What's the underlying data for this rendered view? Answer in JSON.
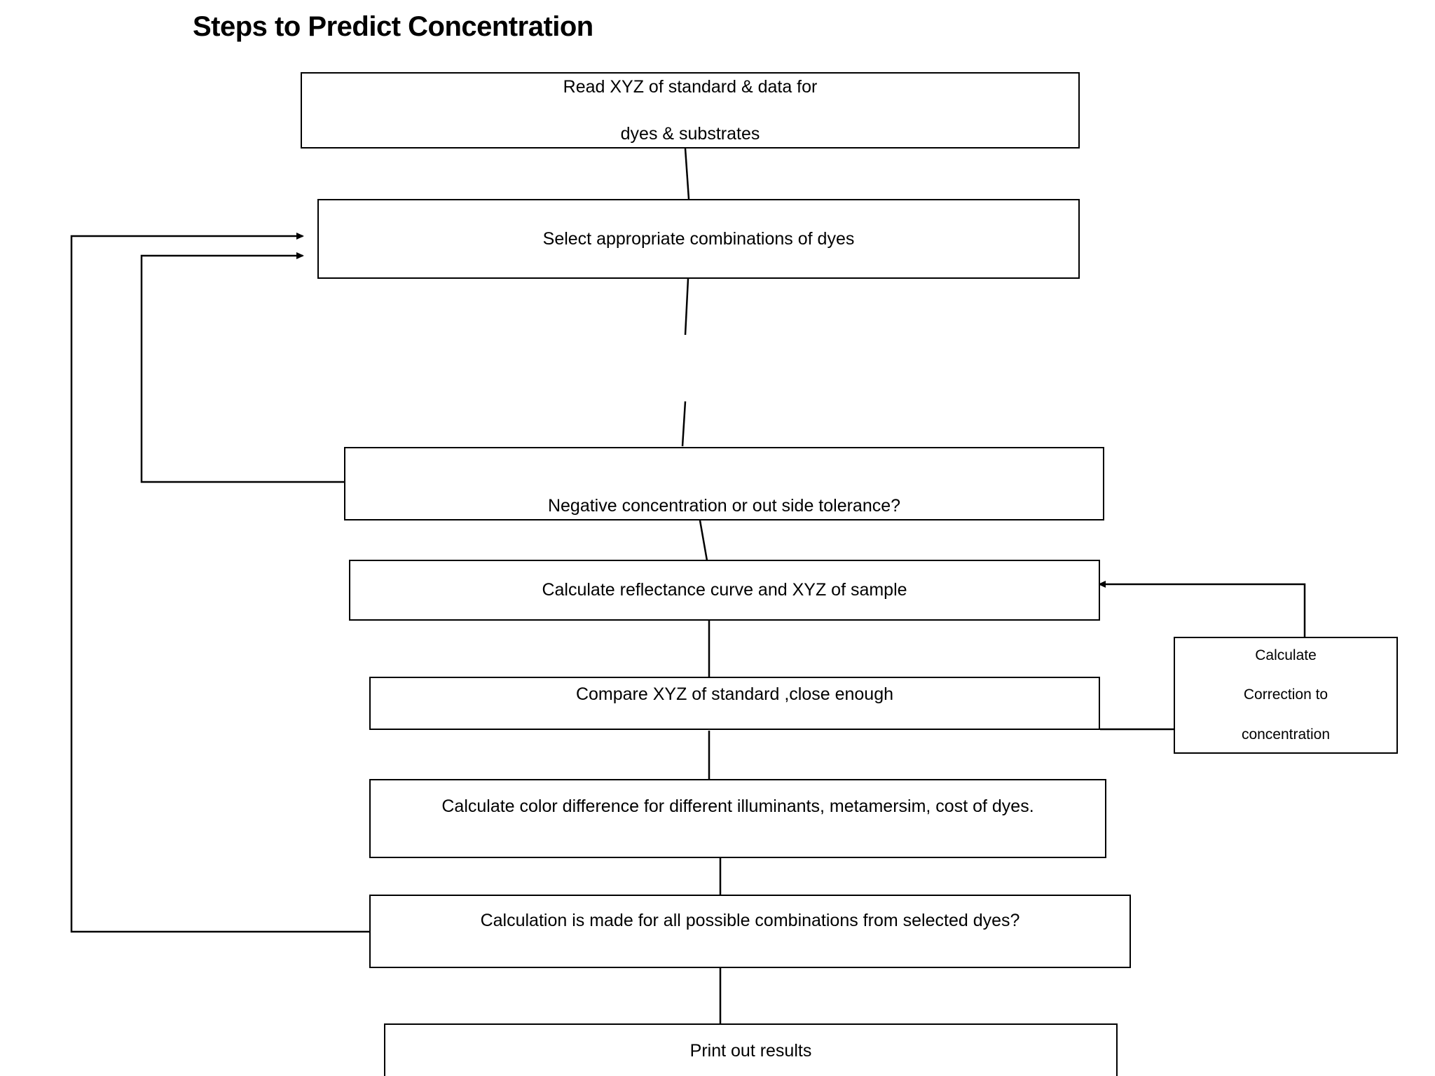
{
  "page": {
    "title": "Steps to Predict Concentration",
    "background_color": "#ffffff",
    "stroke_color": "#000000",
    "text_color": "#000000"
  },
  "diagram": {
    "type": "flowchart",
    "orientation": "top-to-bottom",
    "nodes": [
      {
        "id": "read-xyz",
        "lines": [
          "Read XYZ of standard & data for",
          "dyes & substrates"
        ],
        "shape": "rectangle"
      },
      {
        "id": "select-dyes",
        "lines": [
          "Select appropriate combinations of dyes"
        ],
        "shape": "rectangle"
      },
      {
        "id": "negative-concentration",
        "lines": [
          "Negative concentration or out side tolerance?"
        ],
        "shape": "rectangle"
      },
      {
        "id": "calculate-reflectance",
        "lines": [
          "Calculate reflectance curve and XYZ of sample"
        ],
        "shape": "rectangle"
      },
      {
        "id": "compare-xyz",
        "lines": [
          "Compare XYZ of standard ,close enough"
        ],
        "shape": "rectangle"
      },
      {
        "id": "calculate-correction",
        "lines": [
          "Calculate",
          "Correction to",
          "concentration"
        ],
        "shape": "rectangle"
      },
      {
        "id": "calculate-color-difference",
        "lines": [
          "Calculate color difference  for different illuminants, metamersim,  cost of dyes."
        ],
        "shape": "rectangle"
      },
      {
        "id": "all-combinations",
        "lines": [
          "Calculation is made for all possible combinations from selected dyes?"
        ],
        "shape": "rectangle"
      },
      {
        "id": "print-results",
        "lines": [
          "Print out results"
        ],
        "shape": "rectangle"
      }
    ],
    "edges": [
      {
        "from": "read-xyz",
        "to": "select-dyes",
        "arrowhead": false
      },
      {
        "from": "select-dyes",
        "to": "negative-concentration",
        "arrowhead": false
      },
      {
        "from": "negative-concentration",
        "to": "calculate-reflectance",
        "arrowhead": false
      },
      {
        "from": "calculate-reflectance",
        "to": "compare-xyz",
        "arrowhead": false
      },
      {
        "from": "compare-xyz",
        "to": "calculate-correction",
        "arrowhead": false
      },
      {
        "from": "calculate-correction",
        "to": "calculate-reflectance",
        "arrowhead": true
      },
      {
        "from": "compare-xyz",
        "to": "calculate-color-difference",
        "arrowhead": false
      },
      {
        "from": "calculate-color-difference",
        "to": "all-combinations",
        "arrowhead": false
      },
      {
        "from": "all-combinations",
        "to": "print-results",
        "arrowhead": false
      },
      {
        "from": "negative-concentration",
        "to": "select-dyes",
        "arrowhead": true
      },
      {
        "from": "all-combinations",
        "to": "select-dyes",
        "arrowhead": true
      }
    ]
  }
}
